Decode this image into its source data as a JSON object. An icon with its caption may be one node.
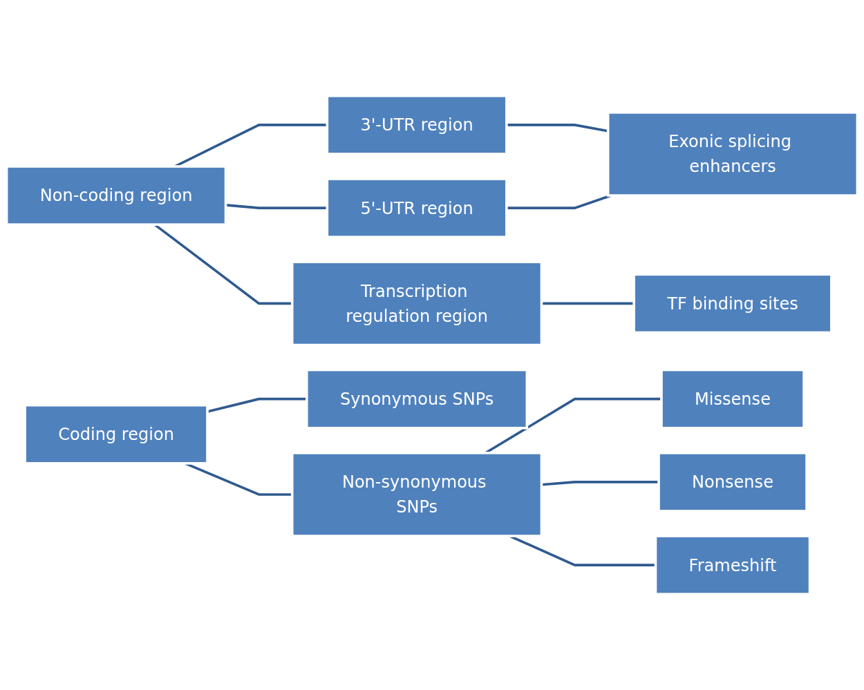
{
  "diagram": {
    "nodes": [
      {
        "text": [
          "Non-coding region"
        ]
      },
      {
        "text": [
          "3'-UTR region"
        ]
      },
      {
        "text": [
          "5'-UTR region"
        ]
      },
      {
        "text": [
          "Transcription regulation region"
        ]
      },
      {
        "text": [
          "Exonic splicing enhancers"
        ]
      },
      {
        "text": [
          "TF binding sites"
        ]
      },
      {
        "text": [
          "Coding region"
        ]
      },
      {
        "text": [
          "Synonymous SNPs"
        ]
      },
      {
        "text": [
          "Non-synonymous SNPs"
        ]
      },
      {
        "text": [
          "Missense"
        ]
      },
      {
        "text": [
          "Nonsense"
        ]
      },
      {
        "text": [
          "Frameshift"
        ]
      }
    ],
    "edges": [
      {
        "from": 0,
        "to": 1,
        "arrow": "none"
      },
      {
        "from": 0,
        "to": 2,
        "arrow": "none"
      },
      {
        "from": 0,
        "to": 3,
        "arrow": "none"
      },
      {
        "from": 1,
        "to": 4,
        "arrow": "none"
      },
      {
        "from": 2,
        "to": 4,
        "arrow": "none"
      },
      {
        "from": 3,
        "to": 5,
        "arrow": "none"
      },
      {
        "from": 6,
        "to": 7,
        "arrow": "none"
      },
      {
        "from": 6,
        "to": 8,
        "arrow": "none"
      },
      {
        "from": 8,
        "to": 9,
        "arrow": "none"
      },
      {
        "from": 8,
        "to": 10,
        "arrow": "none"
      },
      {
        "from": 8,
        "to": 11,
        "arrow": "none"
      }
    ]
  }
}
